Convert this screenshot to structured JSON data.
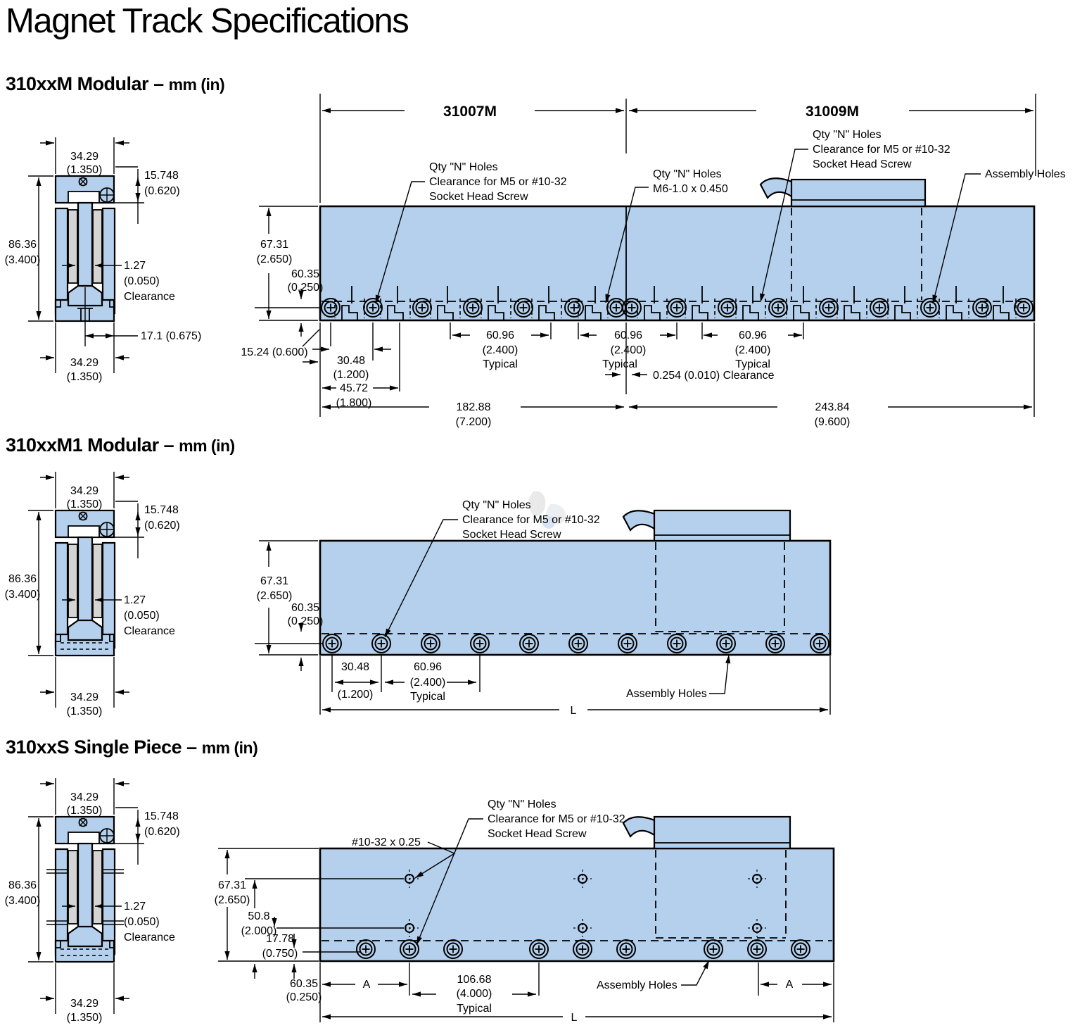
{
  "title": "Magnet Track Specifications",
  "colors": {
    "track_fill": "#b4d0ec",
    "magnet_fill": "#d4d4d4",
    "line": "#000000"
  },
  "sections": [
    {
      "heading": "310xxM Modular –",
      "heading_units": "mm (in)",
      "cross": {
        "top_mm": "34.29",
        "top_in": "(1.350)",
        "flange_mm": "15.748",
        "flange_in": "(0.620)",
        "height_mm": "86.36",
        "height_in": "(3.400)",
        "gap_mm": "1.27",
        "gap_in": "(0.050)",
        "gap_label": "Clearance",
        "foot": "17.1 (0.675)",
        "bottom_mm": "34.29",
        "bottom_in": "(1.350)"
      },
      "side": {
        "module_left": "31007M",
        "module_right": "31009M",
        "callout_m5_left": [
          "Qty \"N\" Holes",
          "Clearance for M5 or #10-32",
          "Socket Head Screw"
        ],
        "callout_m6": [
          "Qty \"N\" Holes",
          "M6-1.0 x 0.450"
        ],
        "callout_m5_right": [
          "Qty \"N\" Holes",
          "Clearance for M5 or #10-32",
          "Socket Head Screw"
        ],
        "assembly_label": "Assembly Holes",
        "height_mm": "67.31",
        "height_in": "(2.650)",
        "row_mm": "60.35",
        "row_in": "(0.250)",
        "edge_offset": "15.24 (0.600)",
        "hole1_mm": "30.48",
        "hole1_in": "(1.200)",
        "hole2_mm": "45.72",
        "hole2_in": "(1.800)",
        "pitch_mm": "60.96",
        "pitch_in": "(2.400)",
        "pitch_note": "Typical",
        "seam_clearance": "0.254 (0.010) Clearance",
        "len1_mm": "182.88",
        "len1_in": "(7.200)",
        "len2_mm": "243.84",
        "len2_in": "(9.600)"
      }
    },
    {
      "heading": "310xxM1 Modular –",
      "heading_units": "mm (in)",
      "cross": {
        "top_mm": "34.29",
        "top_in": "(1.350)",
        "flange_mm": "15.748",
        "flange_in": "(0.620)",
        "height_mm": "86.36",
        "height_in": "(3.400)",
        "gap_mm": "1.27",
        "gap_in": "(0.050)",
        "gap_label": "Clearance",
        "bottom_mm": "34.29",
        "bottom_in": "(1.350)"
      },
      "side": {
        "callout_m5": [
          "Qty \"N\" Holes",
          "Clearance for M5 or #10-32",
          "Socket Head Screw"
        ],
        "height_mm": "67.31",
        "height_in": "(2.650)",
        "row_mm": "60.35",
        "row_in": "(0.250)",
        "hole1_mm": "30.48",
        "hole1_in": "(1.200)",
        "pitch_mm": "60.96",
        "pitch_in": "(2.400)",
        "pitch_note": "Typical",
        "assembly_label": "Assembly Holes",
        "total_len": "L"
      }
    },
    {
      "heading": "310xxS Single Piece –",
      "heading_units": "mm (in)",
      "cross": {
        "top_mm": "34.29",
        "top_in": "(1.350)",
        "flange_mm": "15.748",
        "flange_in": "(0.620)",
        "height_mm": "86.36",
        "height_in": "(3.400)",
        "gap_mm": "1.27",
        "gap_in": "(0.050)",
        "gap_label": "Clearance",
        "bottom_mm": "34.29",
        "bottom_in": "(1.350)"
      },
      "side": {
        "callout_tap": "#10-32 x 0.25",
        "callout_m5": [
          "Qty \"N\" Holes",
          "Clearance for M5 or #10-32",
          "Socket Head Screw"
        ],
        "height_mm": "67.31",
        "height_in": "(2.650)",
        "mid_mm": "50.8",
        "mid_in": "(2.000)",
        "low_mm": "17.78",
        "low_in": "(0.750)",
        "row_mm": "60.35",
        "row_in": "(0.250)",
        "dim_a": "A",
        "pitch_mm": "106.68",
        "pitch_in": "(4.000)",
        "pitch_note": "Typical",
        "assembly_label": "Assembly Holes",
        "total_len": "L"
      }
    }
  ]
}
